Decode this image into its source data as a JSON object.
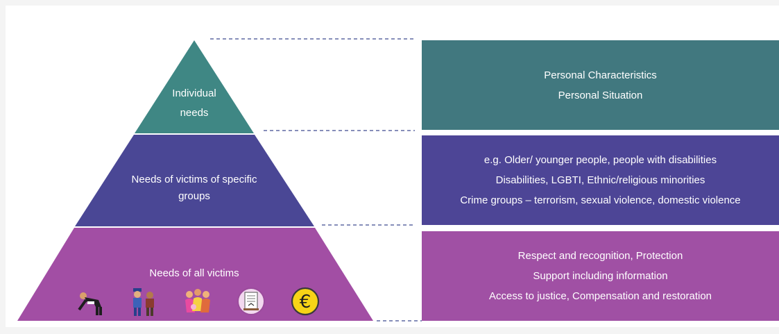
{
  "colors": {
    "teal": "#3f8784",
    "indigo": "#4a4795",
    "purple": "#a24ea4",
    "box_teal": "#41787f",
    "box_indigo": "#4d4596",
    "box_purple": "#a050a4",
    "connector": "#3f4a8f"
  },
  "pyramid": {
    "top": {
      "label_line1": "Individual",
      "label_line2": "needs"
    },
    "middle": {
      "label_line1": "Needs of victims of specific",
      "label_line2": "groups"
    },
    "bottom": {
      "label": "Needs of all victims",
      "icons": [
        "person-bowing-icon",
        "police-officer-icon",
        "crowd-people-icon",
        "legal-document-icon",
        "euro-coin-icon"
      ]
    }
  },
  "boxes": {
    "top": {
      "lines": [
        "Personal Characteristics",
        "Personal Situation"
      ]
    },
    "middle": {
      "lines": [
        "e.g. Older/ younger people, people with disabilities",
        "Disabilities, LGBTI, Ethnic/religious minorities",
        "Crime groups – terrorism, sexual violence, domestic violence"
      ]
    },
    "bottom": {
      "lines": [
        "Respect and recognition, Protection",
        "Support including information",
        "Access to justice, Compensation and restoration"
      ]
    }
  }
}
